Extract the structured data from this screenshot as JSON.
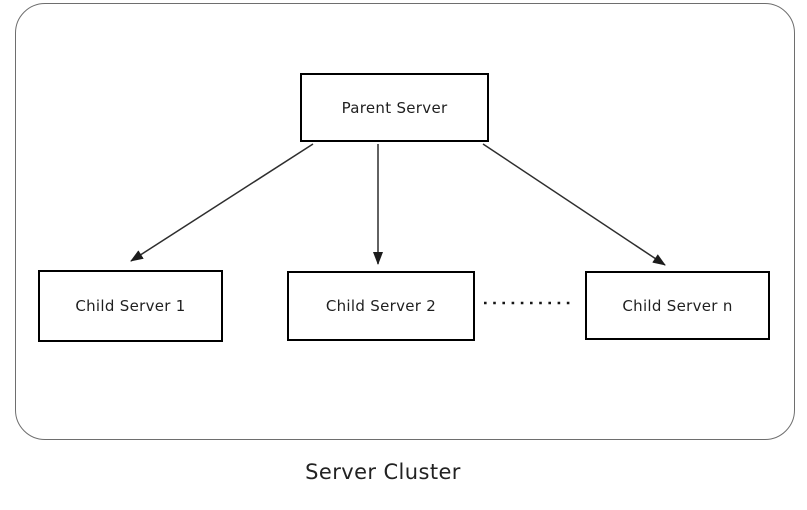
{
  "diagram": {
    "caption": "Server Cluster",
    "nodes": {
      "parent": {
        "label": "Parent Server"
      },
      "children": [
        {
          "label": "Child Server 1"
        },
        {
          "label": "Child Server 2"
        },
        {
          "label": "Child Server n"
        }
      ]
    },
    "edges": [
      {
        "from": "Parent Server",
        "to": "Child Server 1",
        "style": "arrow"
      },
      {
        "from": "Parent Server",
        "to": "Child Server 2",
        "style": "arrow"
      },
      {
        "from": "Parent Server",
        "to": "Child Server n",
        "style": "arrow"
      }
    ],
    "ellipsis": {
      "between": [
        "Child Server 2",
        "Child Server n"
      ],
      "style": "dotted"
    },
    "colors": {
      "background": "#ffffff",
      "node_border": "#000000",
      "node_text": "#1f1f1f",
      "boundary_border": "#6e6e6e",
      "arrow": "#2e2e2e",
      "caption_text": "#222222"
    }
  }
}
